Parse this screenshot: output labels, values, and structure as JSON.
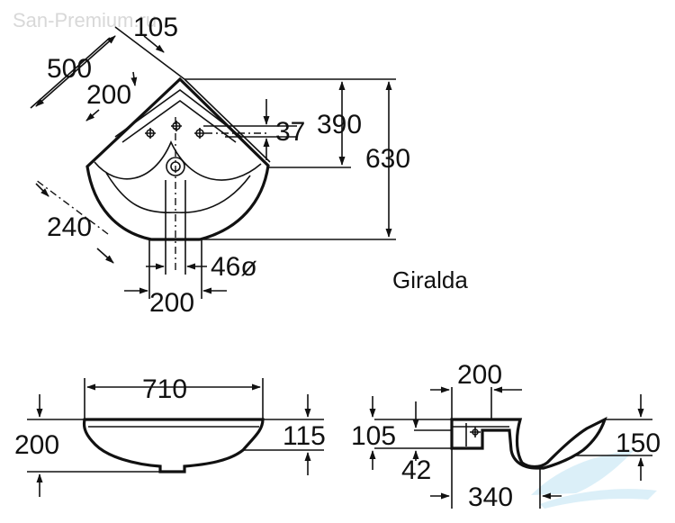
{
  "watermark": "San-Premium.ru",
  "product_name": "Giralda",
  "plan_view": {
    "dims": {
      "d105": "105",
      "d500": "500",
      "d200_tap": "200",
      "d37": "37",
      "d390": "390",
      "d630": "630",
      "d240": "240",
      "d46": "46ø",
      "d200_bottom": "200"
    }
  },
  "front_view": {
    "dims": {
      "width": "710",
      "height": "200",
      "rim": "115"
    }
  },
  "side_view": {
    "dims": {
      "top": "200",
      "left_h": "105",
      "left_low": "42",
      "right_h": "150",
      "bottom": "340"
    }
  },
  "colors": {
    "ink": "#111111",
    "watermark": "#d8d8d8",
    "logo_tint": "#bfe3f3"
  }
}
